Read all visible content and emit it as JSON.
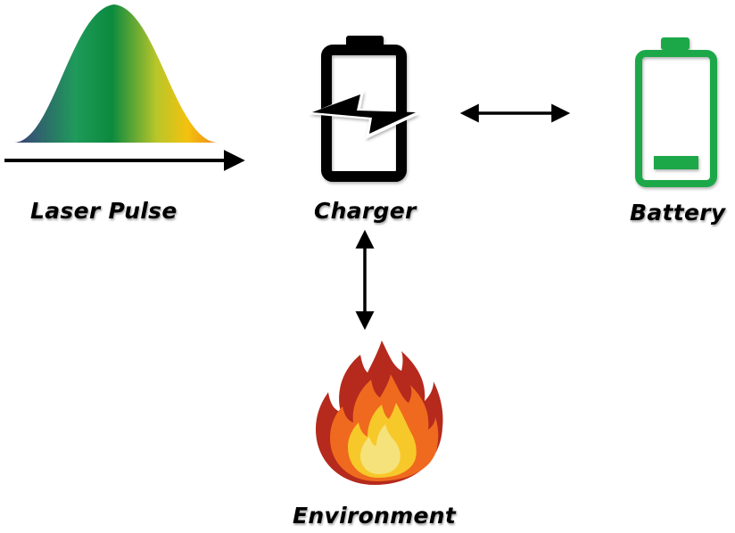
{
  "diagram": {
    "nodes": {
      "laser_pulse": {
        "label": "Laser Pulse",
        "icon": "gaussian-pulse-icon"
      },
      "charger": {
        "label": "Charger",
        "icon": "charging-battery-icon"
      },
      "battery": {
        "label": "Battery",
        "icon": "low-battery-icon"
      },
      "environment": {
        "label": "Environment",
        "icon": "fire-icon"
      }
    },
    "edges": [
      {
        "from": "laser_pulse",
        "to": "charger",
        "direction": "one-way"
      },
      {
        "from": "charger",
        "to": "battery",
        "direction": "two-way"
      },
      {
        "from": "charger",
        "to": "environment",
        "direction": "two-way"
      }
    ],
    "colors": {
      "pulse_gradient": [
        "#3b3f7a",
        "#1f9a5a",
        "#0b8a3e",
        "#b9c62a",
        "#f3c20e",
        "#f08a1c"
      ],
      "battery": "#1aa84a",
      "charger": "#000000",
      "flame_outer": "#b52a1d",
      "flame_mid": "#ef6a1e",
      "flame_inner": "#f7c82a",
      "arrow": "#000000"
    }
  }
}
